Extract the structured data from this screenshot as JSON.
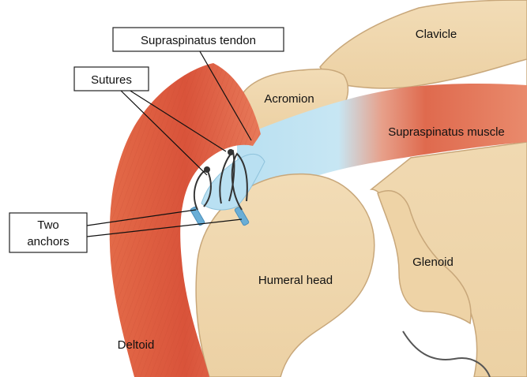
{
  "labels": {
    "supraspinatus_tendon": "Supraspinatus tendon",
    "sutures": "Sutures",
    "two_anchors_line1": "Two",
    "two_anchors_line2": "anchors",
    "clavicle": "Clavicle",
    "acromion": "Acromion",
    "supraspinatus_muscle": "Supraspinatus muscle",
    "glenoid": "Glenoid",
    "humeral_head": "Humeral head",
    "deltoid": "Deltoid"
  },
  "colors": {
    "bone": "#f0d7ae",
    "bone_outline": "#c8a77a",
    "muscle": "#df5a3a",
    "muscle_dark": "#b8432a",
    "tendon": "#b9e0f2",
    "anchor": "#6aaed6",
    "suture": "#333333"
  }
}
